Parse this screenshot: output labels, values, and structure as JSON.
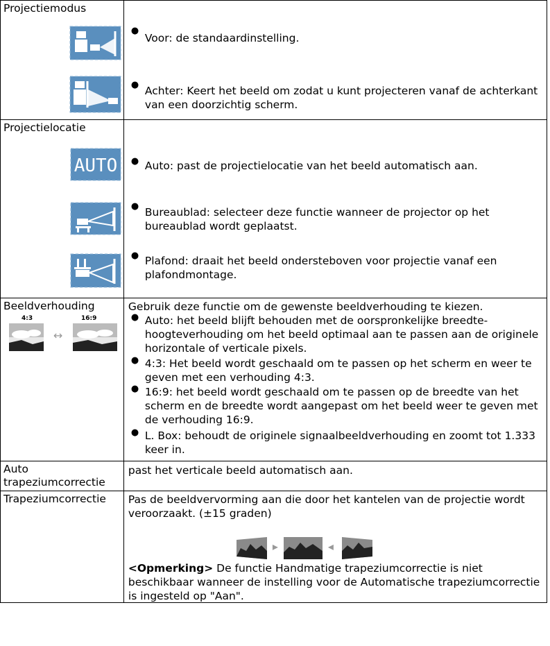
{
  "colors": {
    "icon_bg": "#5a8fbe",
    "icon_fg": "#ffffff"
  },
  "projection_mode": {
    "label": "Projectiemodus",
    "items": [
      {
        "icon": "front-projection-icon",
        "text": "Voor: de standaardinstelling."
      },
      {
        "icon": "rear-projection-icon",
        "text": "Achter: Keert het beeld om zodat u kunt projecteren vanaf de achterkant van een doorzichtig scherm."
      }
    ]
  },
  "projection_location": {
    "label": "Projectielocatie",
    "items": [
      {
        "icon": "auto-icon",
        "icon_text": "AUTO",
        "text": "Auto: past de projectielocatie van het beeld automatisch aan."
      },
      {
        "icon": "desktop-icon",
        "text": "Bureaublad: selecteer deze functie wanneer de projector op het bureaublad wordt geplaatst."
      },
      {
        "icon": "ceiling-icon",
        "text": "Plafond: draait het beeld ondersteboven voor projectie vanaf een plafondmontage."
      }
    ]
  },
  "aspect_ratio": {
    "label": "Beeldverhouding",
    "ratio_left": "4:3",
    "ratio_right": "16:9",
    "arrow": "↔",
    "intro": "Gebruik deze functie om de gewenste beeldverhouding te kiezen.",
    "items": [
      "Auto: het beeld blijft behouden met de oorspronkelijke breedte-hoogteverhouding om het beeld optimaal aan te passen aan de originele horizontale of verticale pixels.",
      "4:3: Het beeld wordt geschaald om te passen op het scherm en weer te geven met een verhouding 4:3.",
      "16:9: het beeld wordt geschaald om te passen op de breedte van het scherm en de breedte wordt aangepast om het beeld weer te geven met de verhouding 16:9.",
      "L. Box: behoudt de originele signaalbeeldverhouding en zoomt tot 1.333 keer in."
    ]
  },
  "auto_keystone": {
    "label_line1": "Auto",
    "label_line2": "trapeziumcorrectie",
    "text": "past het verticale beeld automatisch aan."
  },
  "keystone": {
    "label": "Trapeziumcorrectie",
    "text": "Pas de beeldvervorming aan die door het kantelen van de projectie wordt veroorzaakt. (±15 graden)",
    "arrow_right": "▸",
    "arrow_left": "◂",
    "note_key": "<Opmerking>",
    "note_text": " De functie Handmatige trapeziumcorrectie is niet beschikbaar wanneer de instelling voor de Automatische trapeziumcorrectie is ingesteld op \"Aan\"."
  }
}
